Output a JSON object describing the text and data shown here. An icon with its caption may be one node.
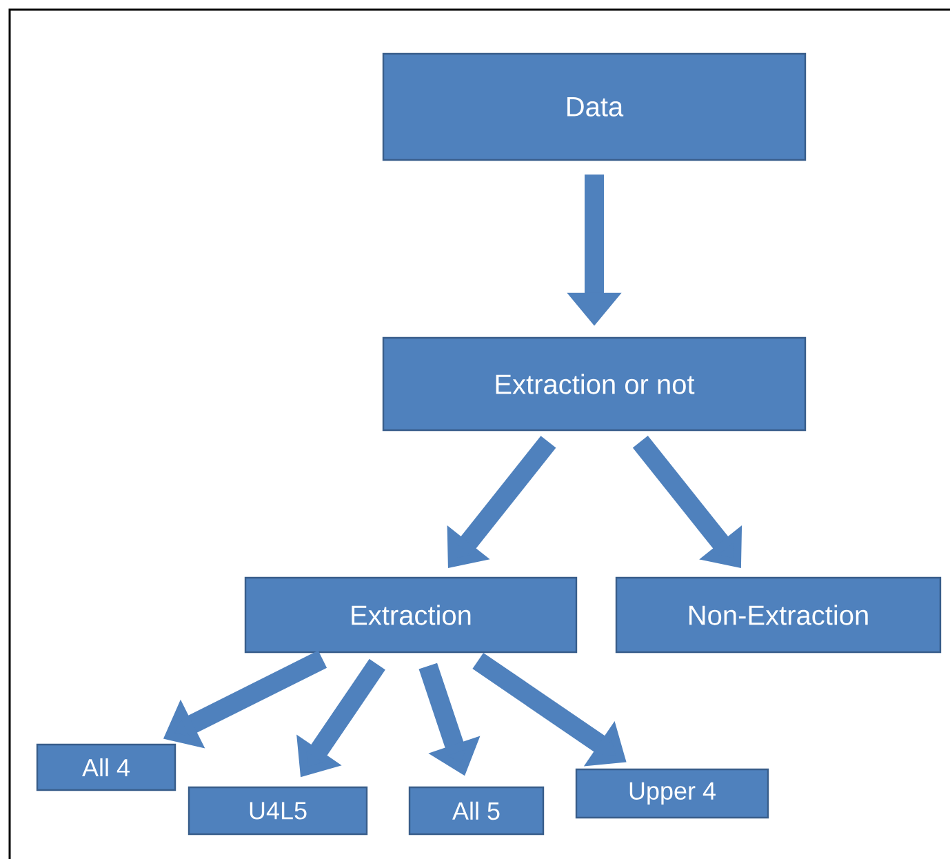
{
  "diagram": {
    "nodes": [
      {
        "text": [
          "Data"
        ]
      },
      {
        "text": [
          "Extraction or not"
        ]
      },
      {
        "text": [
          "Extraction"
        ]
      },
      {
        "text": [
          "Non-Extraction"
        ]
      },
      {
        "text": [
          "All 4"
        ]
      },
      {
        "text": [
          "U4L5"
        ]
      },
      {
        "text": [
          "All 5"
        ]
      },
      {
        "text": [
          "Upper 4"
        ]
      }
    ],
    "edges": [
      {
        "from": 0,
        "to": 1,
        "arrow": "to"
      },
      {
        "from": 1,
        "to": 2,
        "arrow": "to"
      },
      {
        "from": 1,
        "to": 3,
        "arrow": "to"
      },
      {
        "from": 2,
        "to": 4,
        "arrow": "to"
      },
      {
        "from": 2,
        "to": 5,
        "arrow": "to"
      },
      {
        "from": 2,
        "to": 6,
        "arrow": "to"
      },
      {
        "from": 2,
        "to": 7,
        "arrow": "to"
      }
    ]
  }
}
